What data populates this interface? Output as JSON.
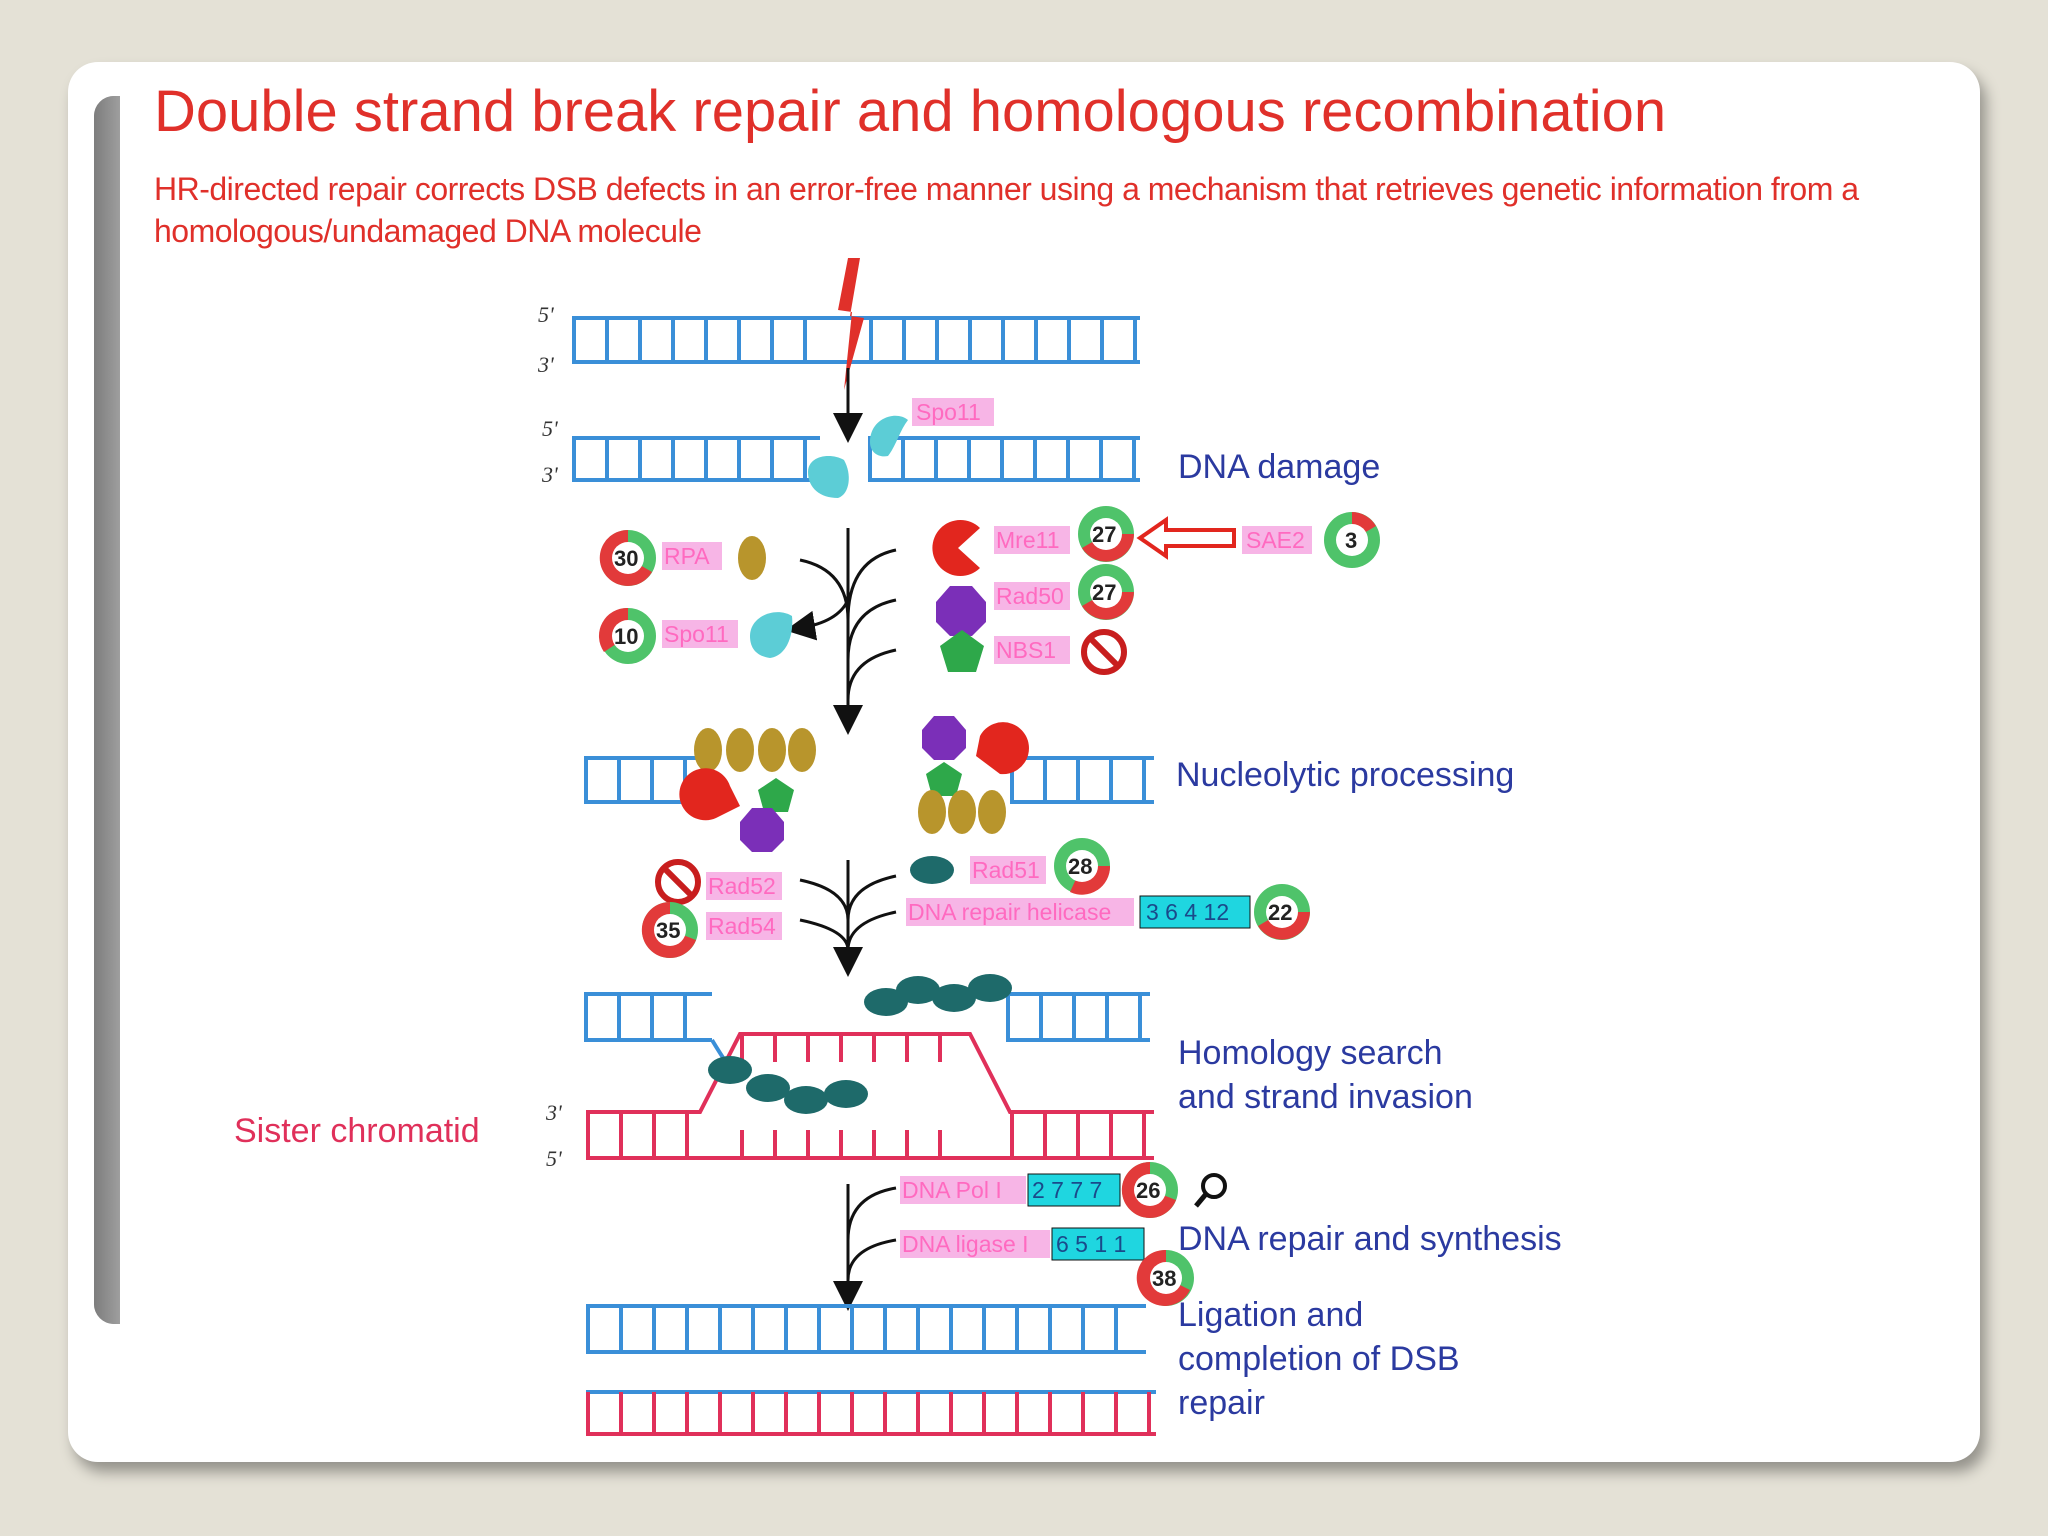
{
  "title": "Double strand break repair and homologous recombination",
  "subtitle": "HR-directed repair corrects DSB defects in an error-free manner using a mechanism that retrieves genetic information from a homologous/undamaged DNA molecule",
  "strand_ends": {
    "five": "5'",
    "three": "3'"
  },
  "stages": {
    "dna_damage": "DNA damage",
    "nucleolytic": "Nucleolytic processing",
    "homology_1": "Homology search",
    "homology_2": "and strand invasion",
    "repair_synthesis": "DNA repair and synthesis",
    "ligation_1": "Ligation and",
    "ligation_2": "completion of DSB",
    "ligation_3": "repair"
  },
  "sister_chromatid": "Sister chromatid",
  "proteins": {
    "spo11_top": "Spo11",
    "rpa": "RPA",
    "spo11": "Spo11",
    "mre11": "Mre11",
    "rad50": "Rad50",
    "nbs1": "NBS1",
    "sae2": "SAE2",
    "rad52": "Rad52",
    "rad54": "Rad54",
    "rad51": "Rad51",
    "helicase": "DNA repair helicase",
    "pol": "DNA Pol I",
    "ligase": "DNA ligase I"
  },
  "counts": {
    "rpa": "30",
    "spo11": "10",
    "mre11": "27",
    "rad50": "27",
    "sae2": "3",
    "rad54": "35",
    "rad51": "28",
    "helicase": "22",
    "pol": "26",
    "ligase": "38"
  },
  "cyan_boxes": {
    "helicase": "3 6 4 12",
    "pol": "2 7 7 7",
    "ligase": "6 5 1 1"
  },
  "colors": {
    "title": "#e0302a",
    "stage_label": "#2b3aa0",
    "dna_blue": "#3a8fd8",
    "dna_pink": "#e0305a",
    "protein_label_bg": "#f7b5e6",
    "cyan_box": "#1fd6e0"
  },
  "icons": [
    "lightning-break-icon",
    "no-entry-icon",
    "magnifier-icon"
  ]
}
